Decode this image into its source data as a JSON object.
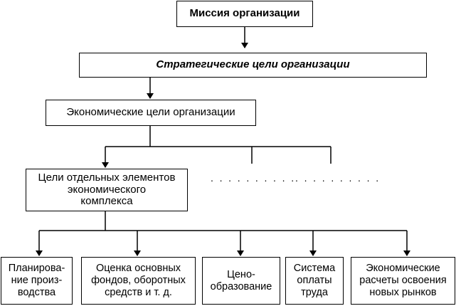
{
  "diagram": {
    "mission": "Миссия организации",
    "strategic_goals": "Стратегические цели организации",
    "economic_goals": "Экономические цели организации",
    "element_goals": [
      "Цели отдельных элементов",
      "экономического",
      "комплекса"
    ],
    "ellipsis": ". . . . . . . . . .",
    "leaves": [
      [
        "Планирова-",
        "ние произ-",
        "водства"
      ],
      [
        "Оценка основных",
        "фондов, оборотных",
        "средств и т. д."
      ],
      [
        "Цено-",
        "образование"
      ],
      [
        "Система",
        "оплаты",
        "труда"
      ],
      [
        "Экономические",
        "расчеты освоения",
        "новых рынков"
      ]
    ]
  }
}
